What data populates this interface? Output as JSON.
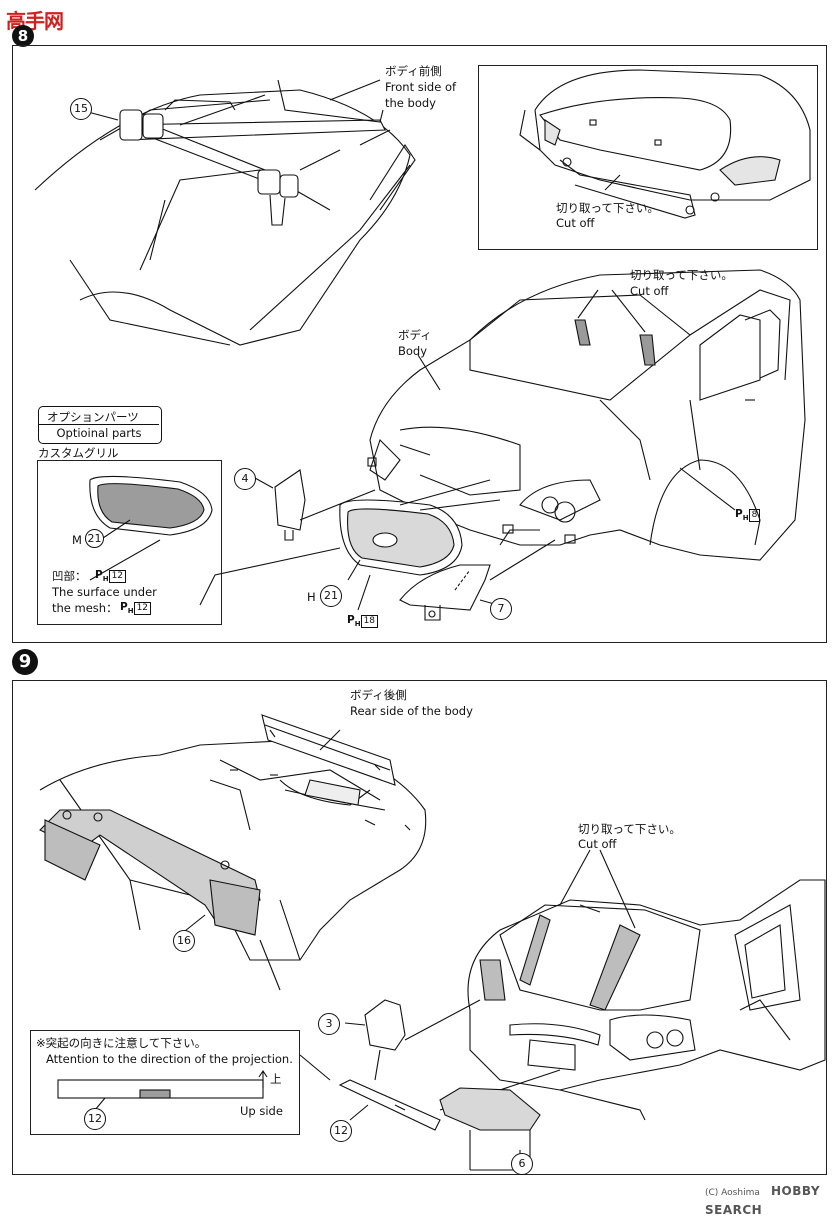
{
  "watermark": {
    "logo_text": "高手网"
  },
  "steps": [
    {
      "number": "8"
    },
    {
      "number": "9"
    }
  ],
  "step8": {
    "front_side_jp": "ボディ前側",
    "front_side_en1": "Front side of",
    "front_side_en2": "the body",
    "cut_off_jp_1": "切り取って下さい。",
    "cut_off_en_1": "Cut off",
    "cut_off_jp_2": "切り取って下さい。",
    "cut_off_en_2": "Cut off",
    "body_jp": "ボディ",
    "body_en": "Body",
    "option_jp": "オプションパーツ",
    "option_en": "Optioinal parts",
    "custom_grille_jp": "カスタムグリル",
    "mesh_part": "M",
    "mesh_part_num": "21",
    "concave_jp": "凹部：",
    "concave_paint": "12",
    "surface_en1": "The surface under",
    "surface_en2": "the mesh：",
    "surface_paint": "12",
    "part_h": "H",
    "part_h_num": "21",
    "paint_18": "18",
    "paint_8": "8",
    "part_15": "15",
    "part_4": "4",
    "part_7": "7"
  },
  "step9": {
    "rear_side_jp": "ボディ後側",
    "rear_side_en": "Rear side of the body",
    "cut_off_jp": "切り取って下さい。",
    "cut_off_en": "Cut off",
    "note_jp": "※突起の向きに注意して下さい。",
    "note_en": "Attention to the direction of the projection.",
    "up_jp": "上",
    "up_en": "Up side",
    "part_16": "16",
    "part_3": "3",
    "part_12": "12",
    "part_12b": "12",
    "part_6": "6"
  },
  "footer": {
    "brand": "HOBBY SEARCH",
    "copyright": "(C) Aoshima"
  }
}
